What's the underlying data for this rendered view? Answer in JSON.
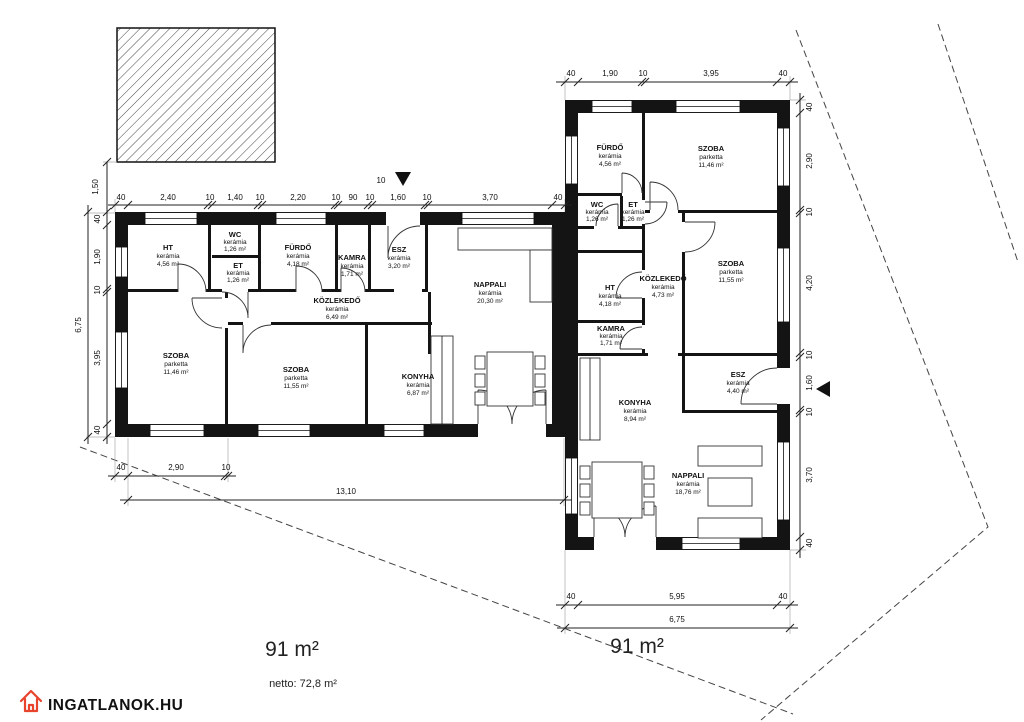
{
  "colors": {
    "accent": "#e8432d",
    "ink": "#111111"
  },
  "logo": {
    "text": "INGATLANOK.HU"
  },
  "summary": {
    "left_area": "91 m²",
    "right_area": "91 m²",
    "netto": "netto: 72,8 m²"
  },
  "left_house": {
    "rooms": [
      {
        "name": "HT",
        "material": "kerámia",
        "area": "4,56 m²"
      },
      {
        "name": "WC",
        "material": "kerámia",
        "area": "1,26 m²"
      },
      {
        "name": "ET",
        "material": "kerámia",
        "area": "1,26 m²"
      },
      {
        "name": "FÜRDŐ",
        "material": "kerámia",
        "area": "4,18 m²"
      },
      {
        "name": "KAMRA",
        "material": "kerámia",
        "area": "1,71 m²"
      },
      {
        "name": "ESZ",
        "material": "kerámia",
        "area": "3,20 m²"
      },
      {
        "name": "KÖZLEKEDŐ",
        "material": "kerámia",
        "area": "6,49 m²"
      },
      {
        "name": "NAPPALI",
        "material": "kerámia",
        "area": "20,30 m²"
      },
      {
        "name": "SZOBA",
        "material": "parketta",
        "area": "11,46 m²"
      },
      {
        "name": "SZOBA",
        "material": "parketta",
        "area": "11,55 m²"
      },
      {
        "name": "KONYHA",
        "material": "kerámia",
        "area": "6,87 m²"
      }
    ]
  },
  "right_house": {
    "rooms": [
      {
        "name": "FÜRDŐ",
        "material": "kerámia",
        "area": "4,56 m²"
      },
      {
        "name": "SZOBA",
        "material": "parketta",
        "area": "11,46 m²"
      },
      {
        "name": "WC",
        "material": "kerámia",
        "area": "1,26 m²"
      },
      {
        "name": "ET",
        "material": "kerámia",
        "area": "1,26 m²"
      },
      {
        "name": "KÖZLEKEDŐ",
        "material": "kerámia",
        "area": "4,73 m²"
      },
      {
        "name": "SZOBA",
        "material": "parketta",
        "area": "11,55 m²"
      },
      {
        "name": "HT",
        "material": "kerámia",
        "area": "4,18 m²"
      },
      {
        "name": "KAMRA",
        "material": "kerámia",
        "area": "1,71 m²"
      },
      {
        "name": "ESZ",
        "material": "kerámia",
        "area": "4,40 m²"
      },
      {
        "name": "KONYHA",
        "material": "kerámia",
        "area": "8,94 m²"
      },
      {
        "name": "NAPPALI",
        "material": "kerámia",
        "area": "18,76 m²"
      }
    ]
  },
  "dims": {
    "left_top": [
      "40",
      "2,40",
      "10",
      "1,40",
      "10",
      "2,20",
      "10",
      "90",
      "10",
      "1,60",
      "10",
      "3,70",
      "40"
    ],
    "entry_offset": "10",
    "left_side": [
      "1,50",
      "40",
      "1,90",
      "10",
      "3,95",
      "40"
    ],
    "left_height_total": "6,75",
    "left_bottom": [
      "40",
      "2,90",
      "10"
    ],
    "left_width_total": "13,10",
    "right_top": [
      "40",
      "1,90",
      "10",
      "3,95",
      "40"
    ],
    "right_side": [
      "40",
      "2,90",
      "10",
      "4,20",
      "10",
      "1,60",
      "10",
      "3,70",
      "40"
    ],
    "right_bottom": [
      "40",
      "5,95",
      "40"
    ],
    "right_width_total": "6,75"
  }
}
